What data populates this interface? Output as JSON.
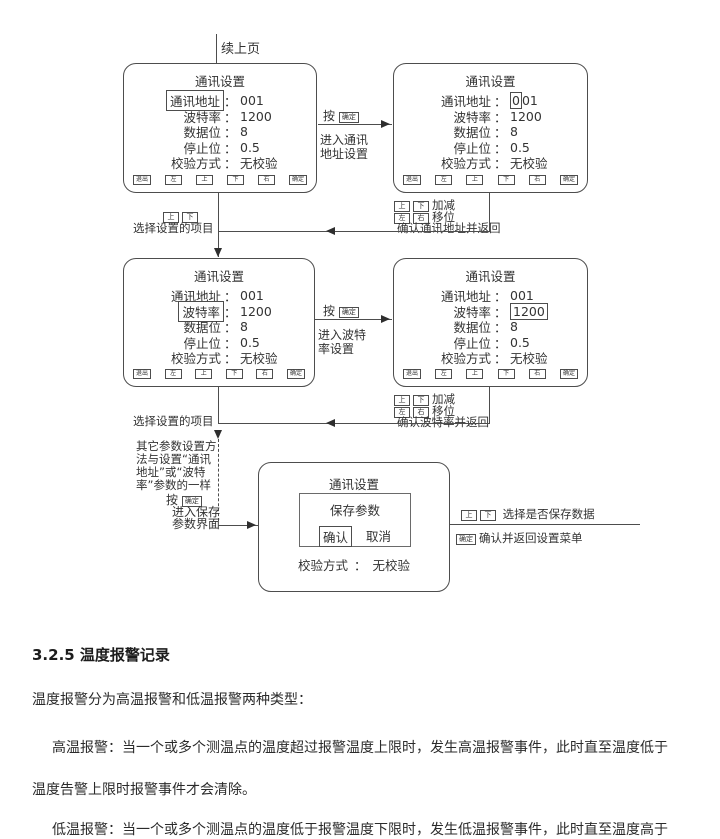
{
  "page": {
    "continued": "续上页",
    "colon": "："
  },
  "screen": {
    "title": "通讯设置",
    "fields": [
      {
        "label": "通讯地址",
        "value": "001"
      },
      {
        "label": "波特率",
        "value": "1200"
      },
      {
        "label": "数据位",
        "value": "8"
      },
      {
        "label": "停止位",
        "value": "0.5"
      },
      {
        "label": "校验方式",
        "value": "无校验"
      }
    ],
    "buttons": [
      "退出",
      "左",
      "上",
      "下",
      "右",
      "确定"
    ],
    "cursor_char": "0",
    "cursor_rest": "01"
  },
  "annotations": {
    "press": "按",
    "ok_key": "确定",
    "up_key": "上",
    "down_key": "下",
    "left_key": "左",
    "right_key": "右",
    "enter_addr_1": "进入通讯",
    "enter_addr_2": "地址设置",
    "enter_baud_1": "进入波特",
    "enter_baud_2": "率设置",
    "select_item": "选择设置的项目",
    "inc_dec": "加减",
    "shift": "移位",
    "confirm_addr": "确认通讯地址并返回",
    "confirm_baud": "确认波特率并返回",
    "note_1": "其它参数设置方",
    "note_2": "法与设置“通讯",
    "note_3": "地址”或“波特",
    "note_4": "率”参数的一样",
    "enter_save_1": "进入保存",
    "enter_save_2": "参数界面",
    "save_select": "选择是否保存数据",
    "save_confirm": "确认并返回设置菜单"
  },
  "save_screen": {
    "title": "通讯设置",
    "dialog_title": "保存参数",
    "confirm": "确认",
    "cancel": "取消",
    "footer_label": "校验方式",
    "footer_value": "无校验"
  },
  "section": {
    "heading": "3.2.5 温度报警记录",
    "paragraphs": [
      {
        "text": "温度报警分为高温报警和低温报警两种类型："
      },
      {
        "text": "高温报警：当一个或多个测温点的温度超过报警温度上限时，发生高温报警事件，此时直至温度低于"
      },
      {
        "text": "温度告警上限时报警事件才会清除。"
      },
      {
        "text": "低温报警：当一个或多个测温点的温度低于报警温度下限时，发生低温报警事件，此时直至温度高于"
      }
    ]
  }
}
